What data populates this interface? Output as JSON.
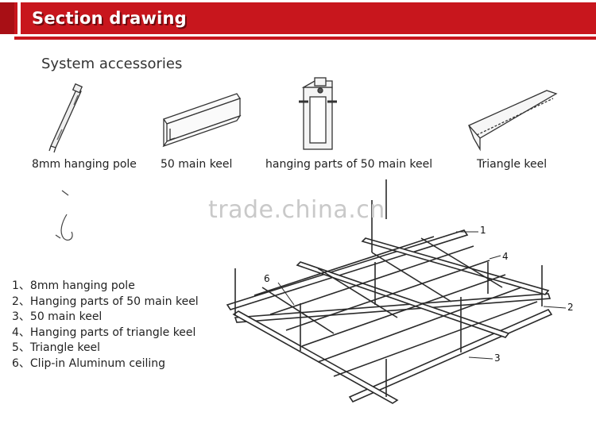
{
  "banner": {
    "title": "Section drawing",
    "accent_color": "#c8161d"
  },
  "subtitle": "System accessories",
  "accessories": [
    {
      "label": "8mm hanging pole",
      "icon": "hanging-pole-icon"
    },
    {
      "label": "50 main keel",
      "icon": "main-keel-icon"
    },
    {
      "label": "hanging parts of 50 main keel",
      "icon": "hanging-bracket-icon"
    },
    {
      "label": "Triangle keel",
      "icon": "triangle-keel-icon"
    }
  ],
  "watermark": "trade.china.cn",
  "legend": [
    "1、8mm hanging pole",
    "2、Hanging parts of 50 main keel",
    "3、50 main keel",
    "4、Hanging parts of triangle keel",
    "5、Triangle keel",
    "6、Clip-in Aluminum ceiling"
  ],
  "callouts": [
    "1",
    "2",
    "3",
    "4",
    "6"
  ]
}
